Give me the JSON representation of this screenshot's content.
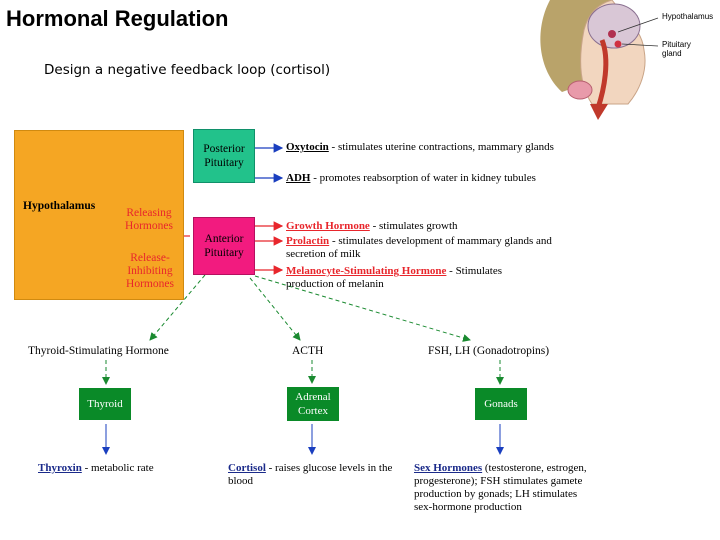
{
  "header": {
    "title": "Hormonal Regulation",
    "subtitle": "Design a negative feedback loop (cortisol)"
  },
  "figure": {
    "label_hypothalamus": "Hypothalamus",
    "label_pituitary": "Pituitary gland"
  },
  "diagram": {
    "hypothalamus": "Hypothalamus",
    "posterior_pituitary": "Posterior Pituitary",
    "anterior_pituitary": "Anterior Pituitary",
    "releasing_hormones": "Releasing Hormones",
    "release_inhibiting_hormones": "Release-Inhibiting Hormones",
    "posterior_outputs": [
      {
        "name": "Oxytocin",
        "desc": " - stimulates uterine contractions, mammary glands"
      },
      {
        "name": "ADH",
        "desc": " - promotes reabsorption of water in kidney tubules"
      }
    ],
    "anterior_outputs": [
      {
        "name": "Growth Hormone",
        "desc": " - stimulates growth"
      },
      {
        "name": "Prolactin",
        "desc": " - stimulates development of mammary glands and secretion of milk"
      },
      {
        "name": "Melanocyte-Stimulating Hormone",
        "desc": " - Stimulates production of melanin"
      }
    ],
    "tropic_hormones": {
      "tsh": "Thyroid-Stimulating Hormone",
      "acth": "ACTH",
      "fsh_lh": "FSH, LH (Gonadotropins)"
    },
    "glands": {
      "thyroid": "Thyroid",
      "adrenal": "Adrenal Cortex",
      "gonads": "Gonads"
    },
    "final": {
      "thyroxin_name": "Thyroxin",
      "thyroxin_desc": " - metabolic rate",
      "cortisol_name": "Cortisol",
      "cortisol_desc": " - raises glucose levels in the blood",
      "sex_name": "Sex Hormones",
      "sex_desc": " (testosterone, estrogen, progesterone); FSH stimulates gamete production by gonads; LH stimulates sex-hormone production"
    }
  },
  "colors": {
    "hypothalamus_box": "#f5a623",
    "posterior_box": "#22c28b",
    "anterior_box": "#f21b7f",
    "gland_box": "#0a8a28",
    "red_text": "#e8262c",
    "arrow_blue": "#1a3fbf"
  }
}
